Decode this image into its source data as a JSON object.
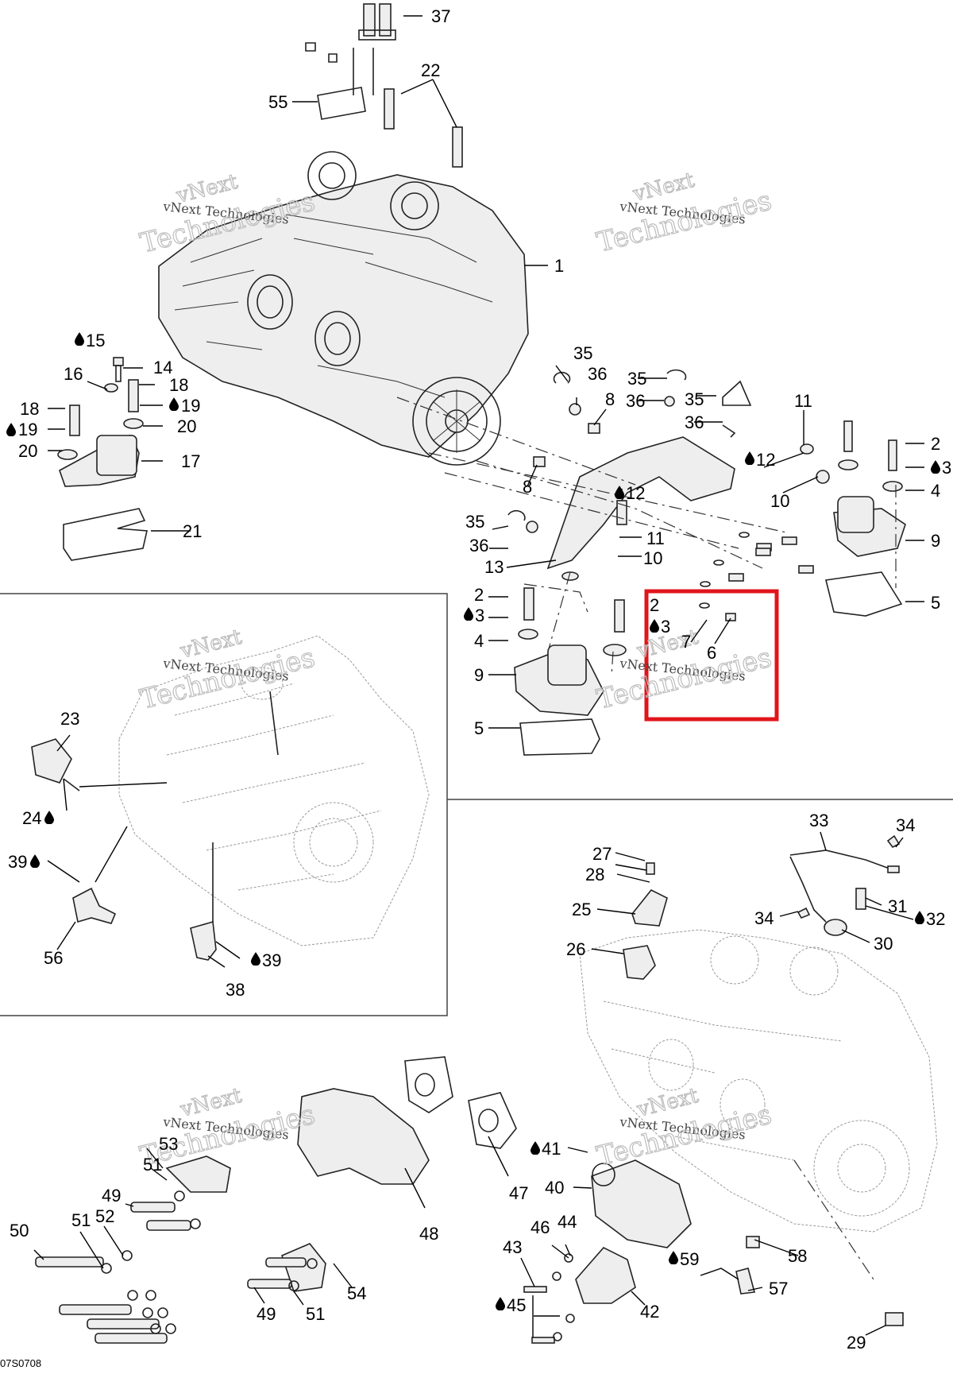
{
  "diagram": {
    "drawing_code": "07S0708",
    "watermark": {
      "line1": "vNext Technologies",
      "line2": "vNext",
      "line3": "Technologies"
    },
    "colors": {
      "highlight": "#e0151b",
      "line": "#222222",
      "watermark": "#bdbdbd"
    },
    "callouts": {
      "c37": "37",
      "c22": "22",
      "c55": "55",
      "c1": "1",
      "c15": "15",
      "c14": "14",
      "c16": "16",
      "c18a": "18",
      "c18b": "18",
      "c19a": "19",
      "c19b": "19",
      "c20a": "20",
      "c20b": "20",
      "c17": "17",
      "c21": "21",
      "c35a": "35",
      "c36a": "36",
      "c35b": "35",
      "c36b": "36",
      "c35c": "35",
      "c36c": "36",
      "c8a": "8",
      "c8b": "8",
      "c11a": "11",
      "c12a": "12",
      "c10a": "10",
      "c2a": "2",
      "c3a": "3",
      "c4a": "4",
      "c9a": "9",
      "c5a": "5",
      "c12b": "12",
      "c11b": "11",
      "c10b": "10",
      "c35d": "35",
      "c36d": "36",
      "c13": "13",
      "c2b": "2",
      "c3b": "3",
      "c4b": "4",
      "c9b": "9",
      "c5b": "5",
      "c2c": "2",
      "c3c": "3",
      "c7": "7",
      "c6": "6",
      "c23": "23",
      "c24": "24",
      "c39a": "39",
      "c56": "56",
      "c38": "38",
      "c39b": "39",
      "c33": "33",
      "c34a": "34",
      "c27": "27",
      "c28": "28",
      "c31": "31",
      "c25": "25",
      "c34b": "34",
      "c32": "32",
      "c26": "26",
      "c30": "30",
      "c53": "53",
      "c51a": "51",
      "c49a": "49",
      "c50": "50",
      "c51b": "51",
      "c52": "52",
      "c47": "47",
      "c48": "48",
      "c41": "41",
      "c40": "40",
      "c46": "46",
      "c44": "44",
      "c43": "43",
      "c58": "58",
      "c59": "59",
      "c57": "57",
      "c45": "45",
      "c42": "42",
      "c54": "54",
      "c49b": "49",
      "c51c": "51",
      "c29": "29"
    }
  }
}
